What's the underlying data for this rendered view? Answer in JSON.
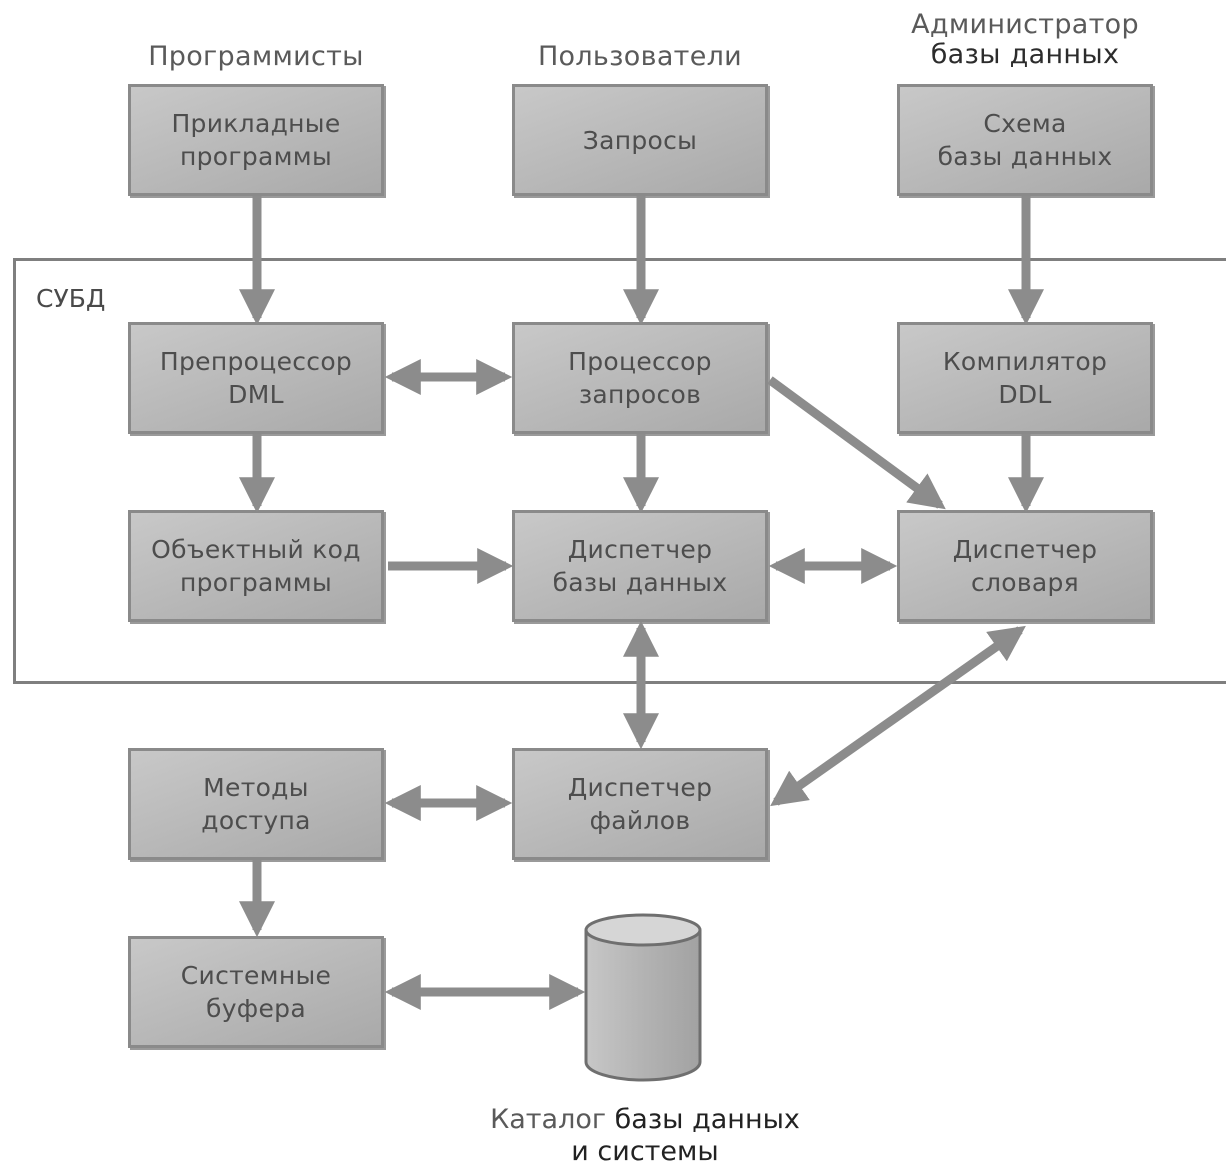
{
  "actors": {
    "programmers": "Программисты",
    "users": "Пользователи",
    "admin_line1": "Администратор",
    "admin_line2": "базы данных"
  },
  "dbms_label": "СУБД",
  "boxes": {
    "app_programs": "Прикладные\nпрограммы",
    "queries": "Запросы",
    "db_schema": "Схема\nбазы данных",
    "dml_preprocessor": "Препроцессор\nDML",
    "query_processor": "Процессор\nзапросов",
    "ddl_compiler": "Компилятор\nDDL",
    "object_code": "Объектный код\nпрограммы",
    "db_manager": "Диспетчер\nбазы данных",
    "dictionary_manager": "Диспетчер\nсловаря",
    "access_methods": "Методы\nдоступа",
    "file_manager": "Диспетчер\nфайлов",
    "system_buffers": "Системные\nбуфера"
  },
  "catalog": {
    "line1_a": "Каталог",
    "line1_b": "базы данных",
    "line2": "и системы"
  },
  "colors": {
    "box_fill": "#b9b9b9",
    "box_border": "#8a8a8a",
    "arrow": "#8c8c8c",
    "frame": "#7f7f7f"
  }
}
